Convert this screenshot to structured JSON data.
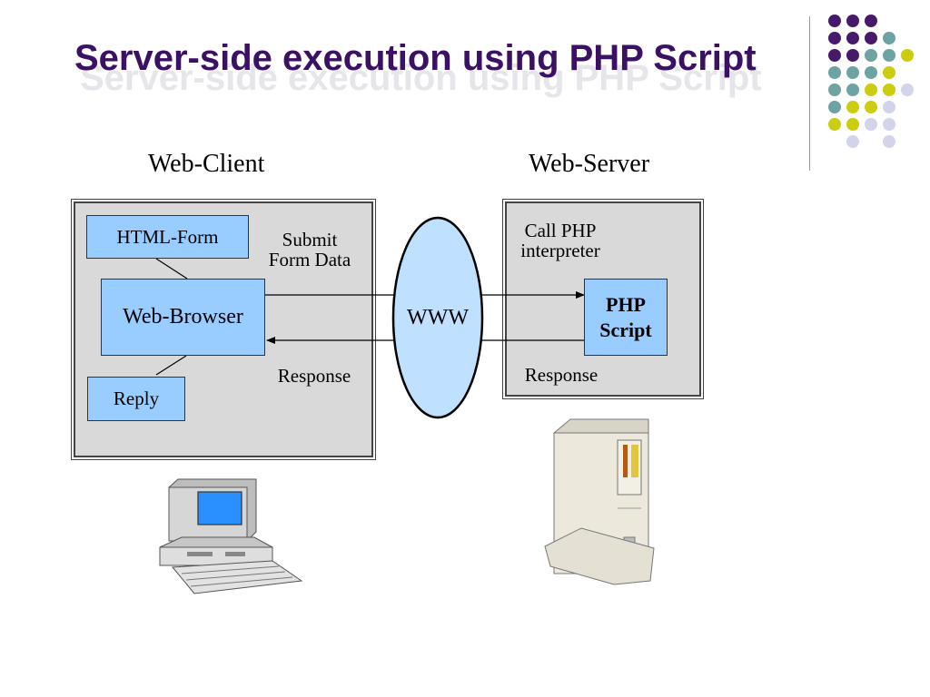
{
  "slide": {
    "title": "Server-side execution using PHP Script",
    "title_color": "#3b1163"
  },
  "decor": {
    "dot_colors": {
      "purple": "#46196b",
      "teal": "#6fa3a3",
      "yellow": "#cccc10",
      "lavender": "#d3d3ea"
    }
  },
  "diagram": {
    "client_heading": "Web-Client",
    "server_heading": "Web-Server",
    "html_form": "HTML-Form",
    "web_browser": "Web-Browser",
    "reply": "Reply",
    "submit_label_1": "Submit",
    "submit_label_2": "Form Data",
    "response_client": "Response",
    "www": "WWW",
    "call_label_1": "Call PHP",
    "call_label_2": "interpreter",
    "php_script_1": "PHP",
    "php_script_2": "Script",
    "response_server": "Response",
    "box_fill": "#99ccff",
    "panel_fill": "#d9d9d9"
  }
}
